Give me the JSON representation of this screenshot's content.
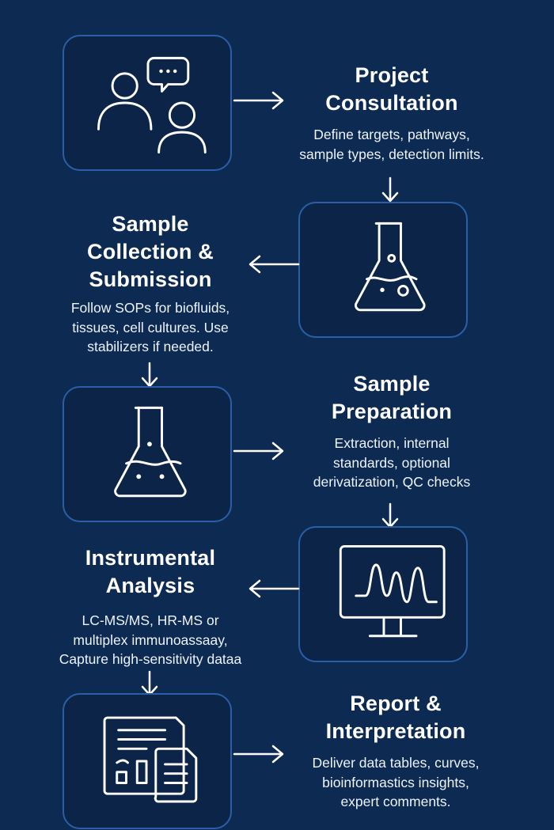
{
  "steps": [
    {
      "title_lines": [
        "Project",
        "Consultation"
      ],
      "desc_lines": [
        "Define targets, pathways,",
        "sample types, detection limits."
      ],
      "icon": "people-chat-icon"
    },
    {
      "title_lines": [
        "Sample",
        "Collection &",
        "Submission"
      ],
      "desc_lines": [
        "Follow SOPs for biofluids,",
        "tissues, cell cultures. Use",
        "stabilizers if needed."
      ],
      "icon": "flask-icon"
    },
    {
      "title_lines": [
        "Sample",
        "Preparation"
      ],
      "desc_lines": [
        "Extraction, internal",
        "standards, optional",
        "derivatization, QC checks"
      ],
      "icon": "flask-icon"
    },
    {
      "title_lines": [
        "Instrumental",
        "Analysis"
      ],
      "desc_lines": [
        "LC-MS/MS, HR-MS or",
        "multiplex immunoassaay,",
        "Capture high-sensitivity dataa"
      ],
      "icon": "monitor-chromatogram-icon"
    },
    {
      "title_lines": [
        "Report &",
        "Interpretation"
      ],
      "desc_lines": [
        "Deliver data tables, curves,",
        "bioinformastics insights,",
        "expert comments."
      ],
      "icon": "report-document-icon"
    }
  ],
  "colors": {
    "background": "#0d2a52",
    "card_border": "#2a5fa8",
    "card_fill": "#0b2447",
    "stroke": "#ffffff"
  }
}
